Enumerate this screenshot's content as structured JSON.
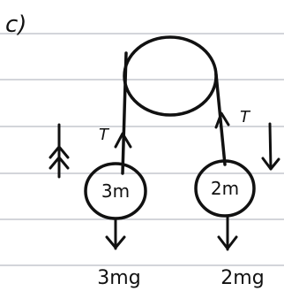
{
  "part_label": "c)",
  "tension_label": "T",
  "masses": [
    {
      "id": "left",
      "label": "3m",
      "weight": "3mg"
    },
    {
      "id": "right",
      "label": "2m",
      "weight": "2mg"
    }
  ],
  "colors": {
    "ink": "#111111",
    "paper_lines": "#b9bcc4"
  }
}
